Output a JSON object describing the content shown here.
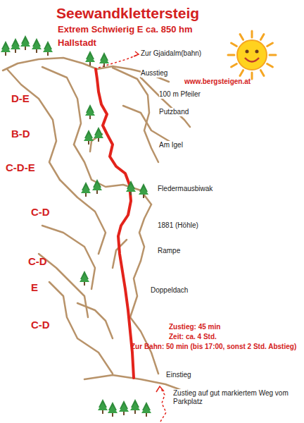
{
  "diagram": {
    "title": "Seewandklettersteig",
    "labels": [
      "Extrem Schwierig E ca. 850 hm",
      "Hallstadt",
      "Zur Gjaidalm(bahn)",
      "Ausstieg",
      "www.bergsteigen.at",
      "D-E",
      "100 m Pfeiler",
      "Putzband",
      "B-D",
      "Am Igel",
      "C-D-E",
      "Fledermausbiwak",
      "C-D",
      "1881 (Höhle)",
      "Rampe",
      "C-D",
      "E",
      "Doppeldach",
      "C-D",
      "Zustieg: 45 min",
      "Zeit: ca. 4 Std.",
      "Zur Bahn: 50 min (bis 17:00, sonst 2 Std. Abstieg)",
      "Einstieg",
      "Zustieg auf gut markiertem Weg vom Parkplatz"
    ]
  }
}
